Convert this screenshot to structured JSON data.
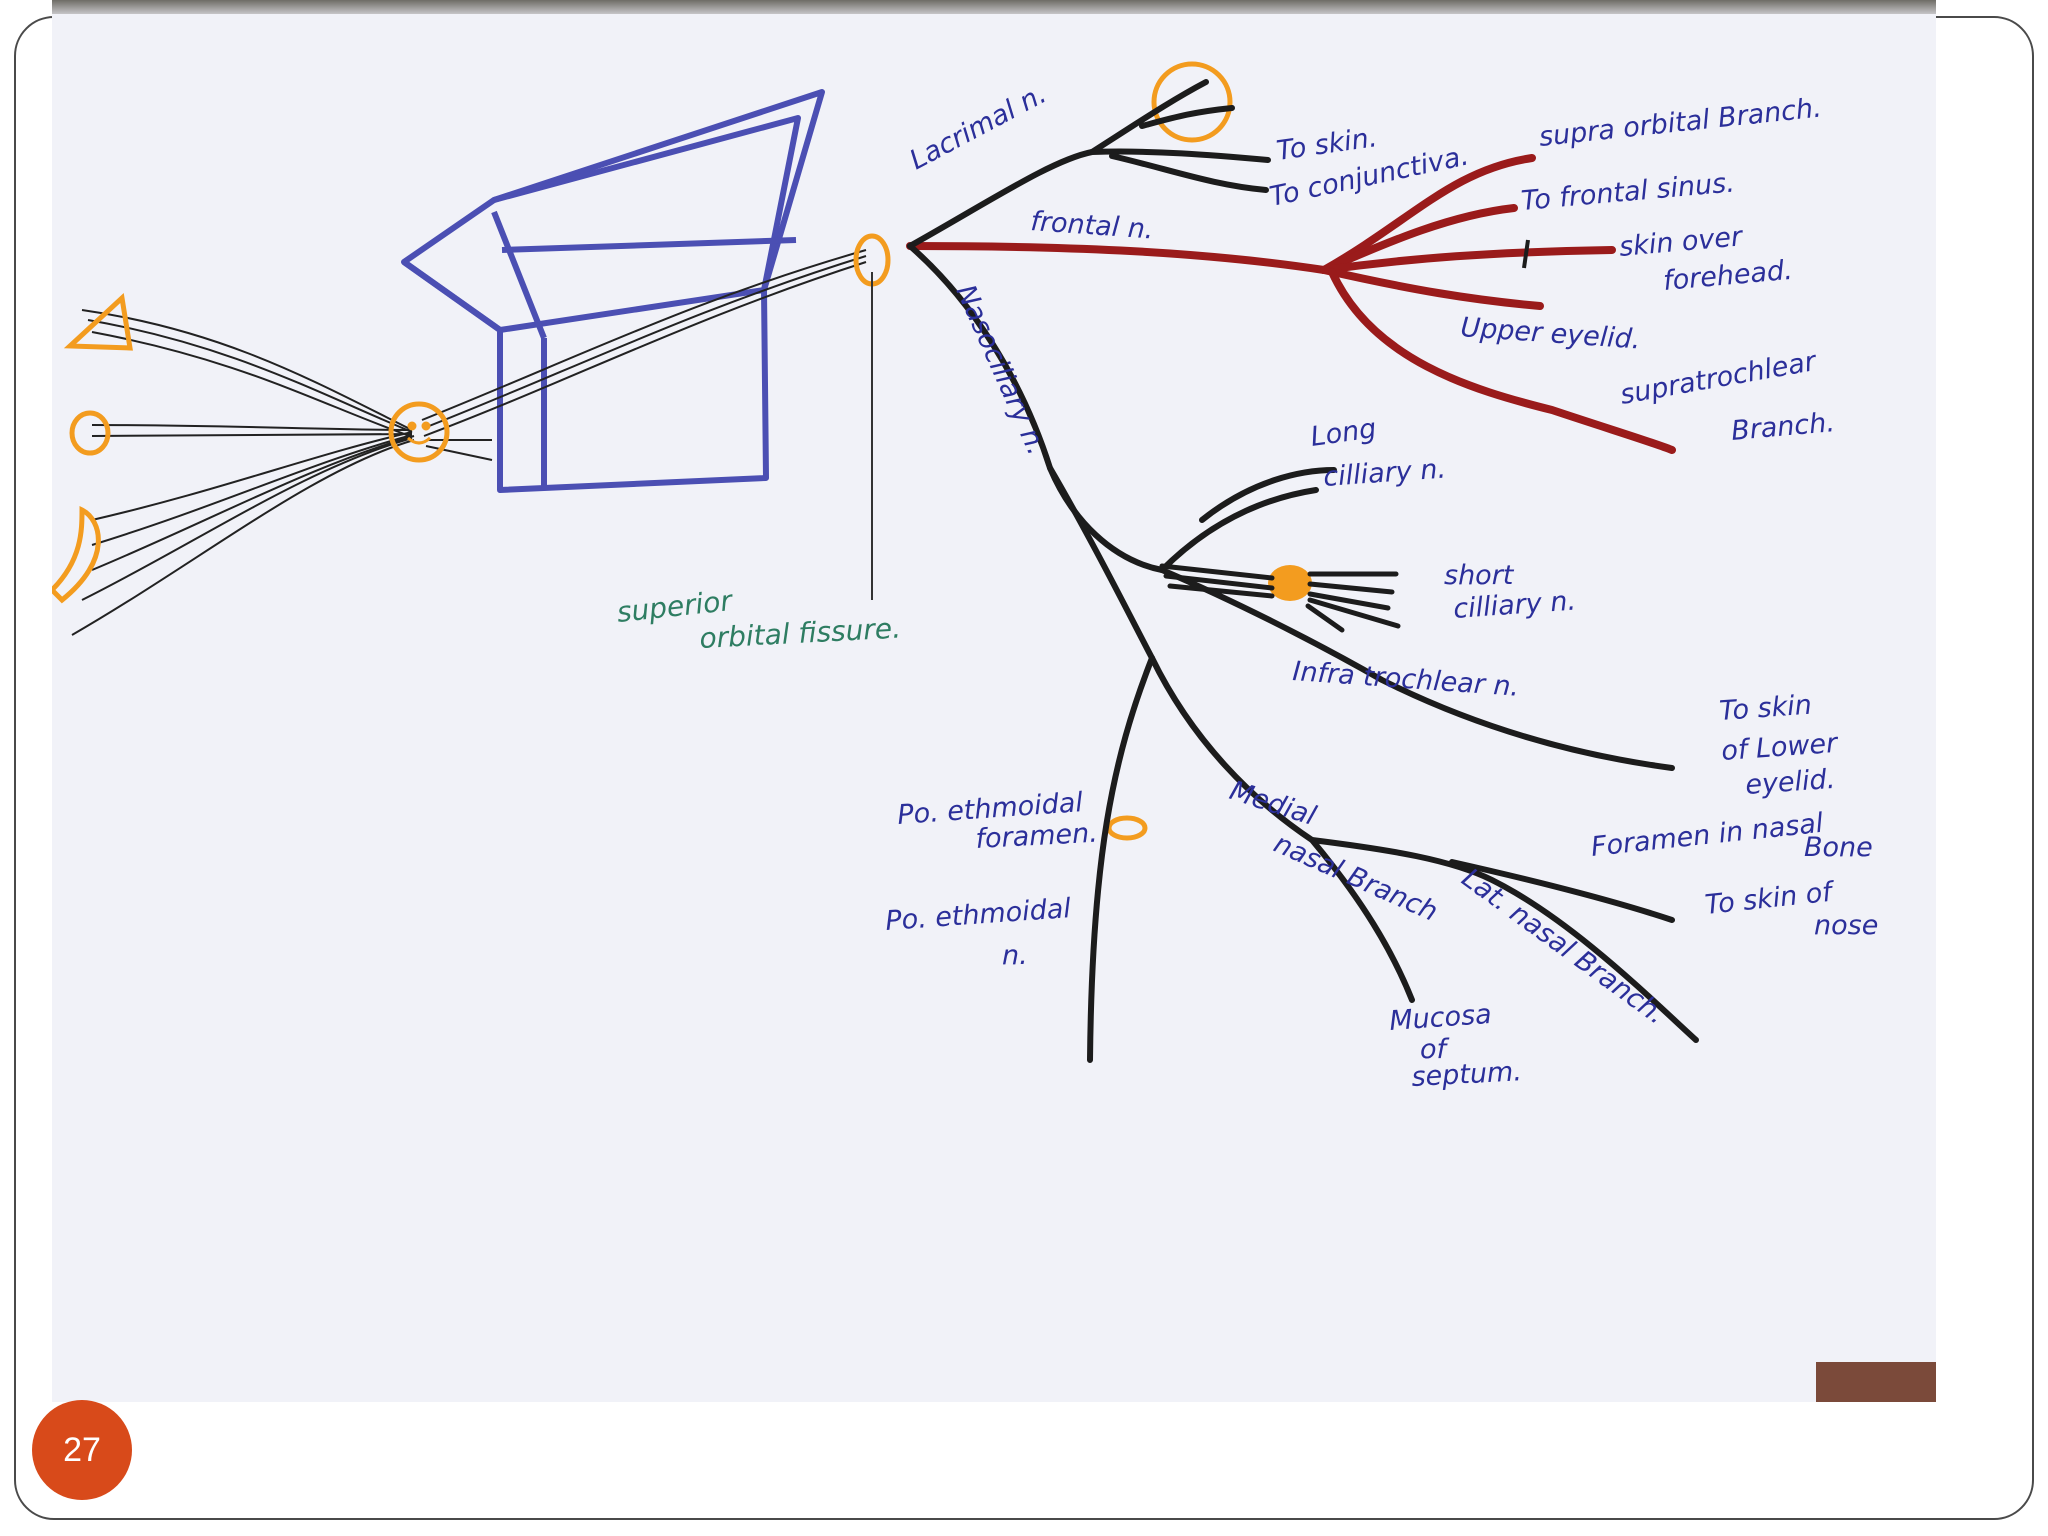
{
  "slide": {
    "page_number": "27",
    "accent_color": "#d84a1a"
  },
  "diagram": {
    "nerve_colors": {
      "frontal": "#9a1b1b",
      "other": "#1c1c1c",
      "walls": "#4b4fb3",
      "markers": "#f39c1f"
    },
    "labels": {
      "lacrimal": "Lacrimal n.",
      "to_skin": "To skin.",
      "to_conjunctiva": "To conjunctiva.",
      "frontal": "frontal n.",
      "supraorbital": "supra orbital Branch.",
      "to_frontal_sinus": "To frontal sinus.",
      "skin_over_1": "skin over",
      "skin_over_2": "forehead.",
      "upper_eyelid": "Upper eyelid.",
      "supratrochlear_1": "supratrochlear",
      "supratrochlear_2": "Branch.",
      "nasociliary": "Nasociliary n.",
      "long_ciliary_1": "Long",
      "long_ciliary_2": "cilliary n.",
      "short_ciliary_1": "short",
      "short_ciliary_2": "cilliary n.",
      "sup_orbital_fissure_1": "superior",
      "sup_orbital_fissure_2": "orbital fissure.",
      "infratrochlear": "Infra trochlear n.",
      "lower_eyelid_1": "To skin",
      "lower_eyelid_2": "of Lower",
      "lower_eyelid_3": "eyelid.",
      "po_ethmoidal_foramen_1": "Po. ethmoidal",
      "po_ethmoidal_foramen_2": "foramen.",
      "po_ethmoidal_n_1": "Po. ethmoidal",
      "po_ethmoidal_n_2": "n.",
      "medial_nasal_1": "Medial",
      "medial_nasal_2": "nasal Branch",
      "foramen_nasal_1": "Foramen in nasal",
      "foramen_nasal_2": "Bone",
      "skin_nose_1": "To skin of",
      "skin_nose_2": "nose",
      "lat_nasal": "Lat. nasal Branch.",
      "mucosa_1": "Mucosa",
      "mucosa_2": "of",
      "mucosa_3": "septum."
    }
  }
}
